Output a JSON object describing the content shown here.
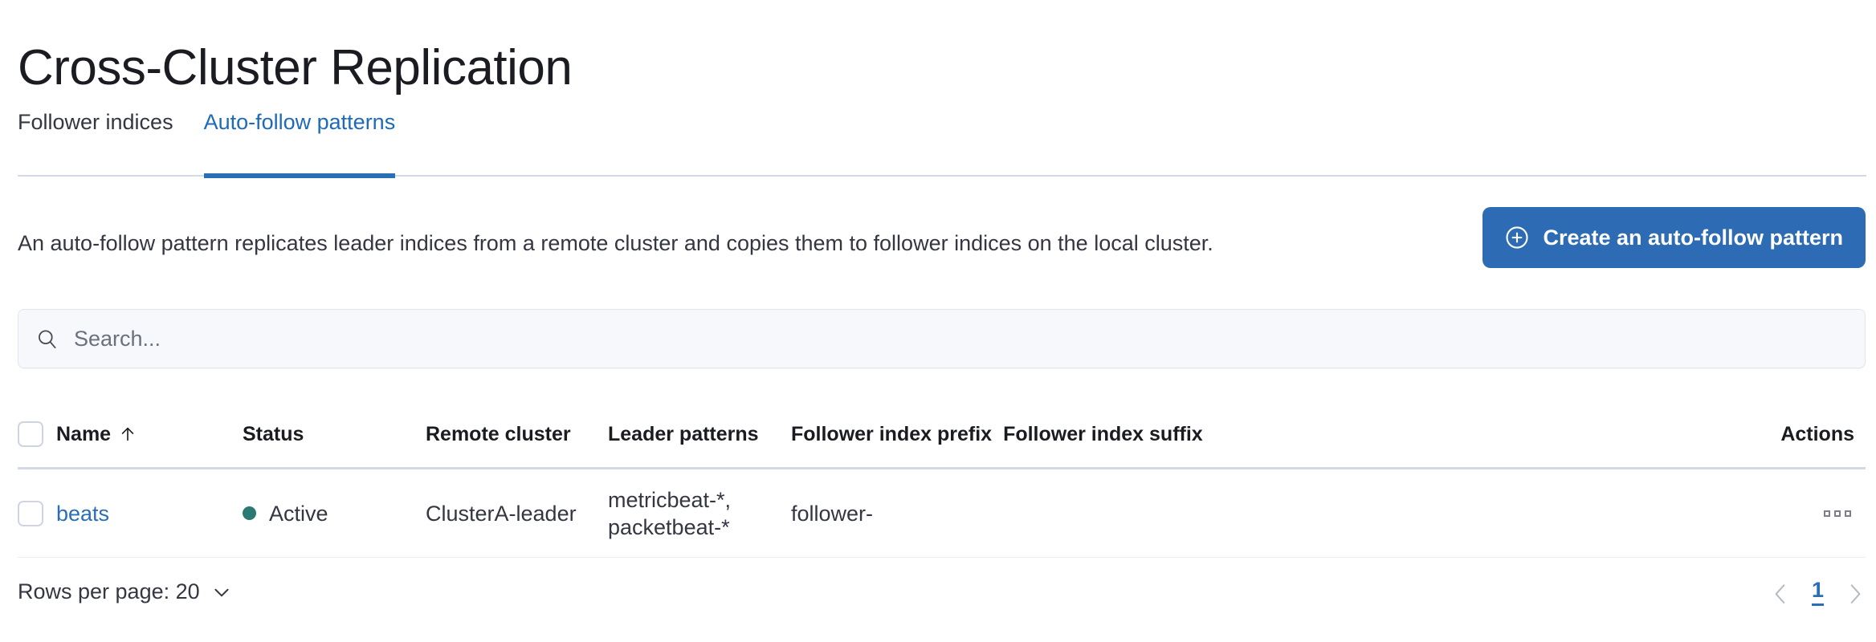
{
  "header": {
    "title": "Cross-Cluster Replication"
  },
  "tabs": [
    {
      "label": "Follower indices",
      "active": false
    },
    {
      "label": "Auto-follow patterns",
      "active": true
    }
  ],
  "intro": {
    "text": "An auto-follow pattern replicates leader indices from a remote cluster and copies them to follower indices on the local cluster.",
    "create_button_label": "Create an auto-follow pattern",
    "create_button_icon": "plus-in-circle-icon"
  },
  "search": {
    "placeholder": "Search...",
    "value": "",
    "icon": "search-icon"
  },
  "table": {
    "columns": [
      {
        "key": "name",
        "label": "Name",
        "sorted": "asc",
        "sort_icon": "arrow-up-icon"
      },
      {
        "key": "status",
        "label": "Status"
      },
      {
        "key": "remote_cluster",
        "label": "Remote cluster"
      },
      {
        "key": "leader_patterns",
        "label": "Leader patterns"
      },
      {
        "key": "follower_index_prefix",
        "label": "Follower index prefix"
      },
      {
        "key": "follower_index_suffix",
        "label": "Follower index suffix"
      },
      {
        "key": "actions",
        "label": "Actions"
      }
    ],
    "rows": [
      {
        "name": "beats",
        "status": "Active",
        "status_color": "#2a7a73",
        "remote_cluster": "ClusterA-leader",
        "leader_patterns": "metricbeat-*,\npacketbeat-*",
        "follower_index_prefix": "follower-",
        "follower_index_suffix": "",
        "actions_icon": "ellipsis-boxes-icon"
      }
    ]
  },
  "footer": {
    "rows_per_page_label": "Rows per page: 20",
    "rows_per_page_icon": "chevron-down-icon",
    "prev_icon": "chevron-left-icon",
    "next_icon": "chevron-right-icon",
    "current_page": "1"
  },
  "colors": {
    "accent": "#2a6fb5",
    "primary_button": "#2d6cb4",
    "status_active": "#2a7a73",
    "border": "#d3dae6",
    "text": "#343741"
  }
}
